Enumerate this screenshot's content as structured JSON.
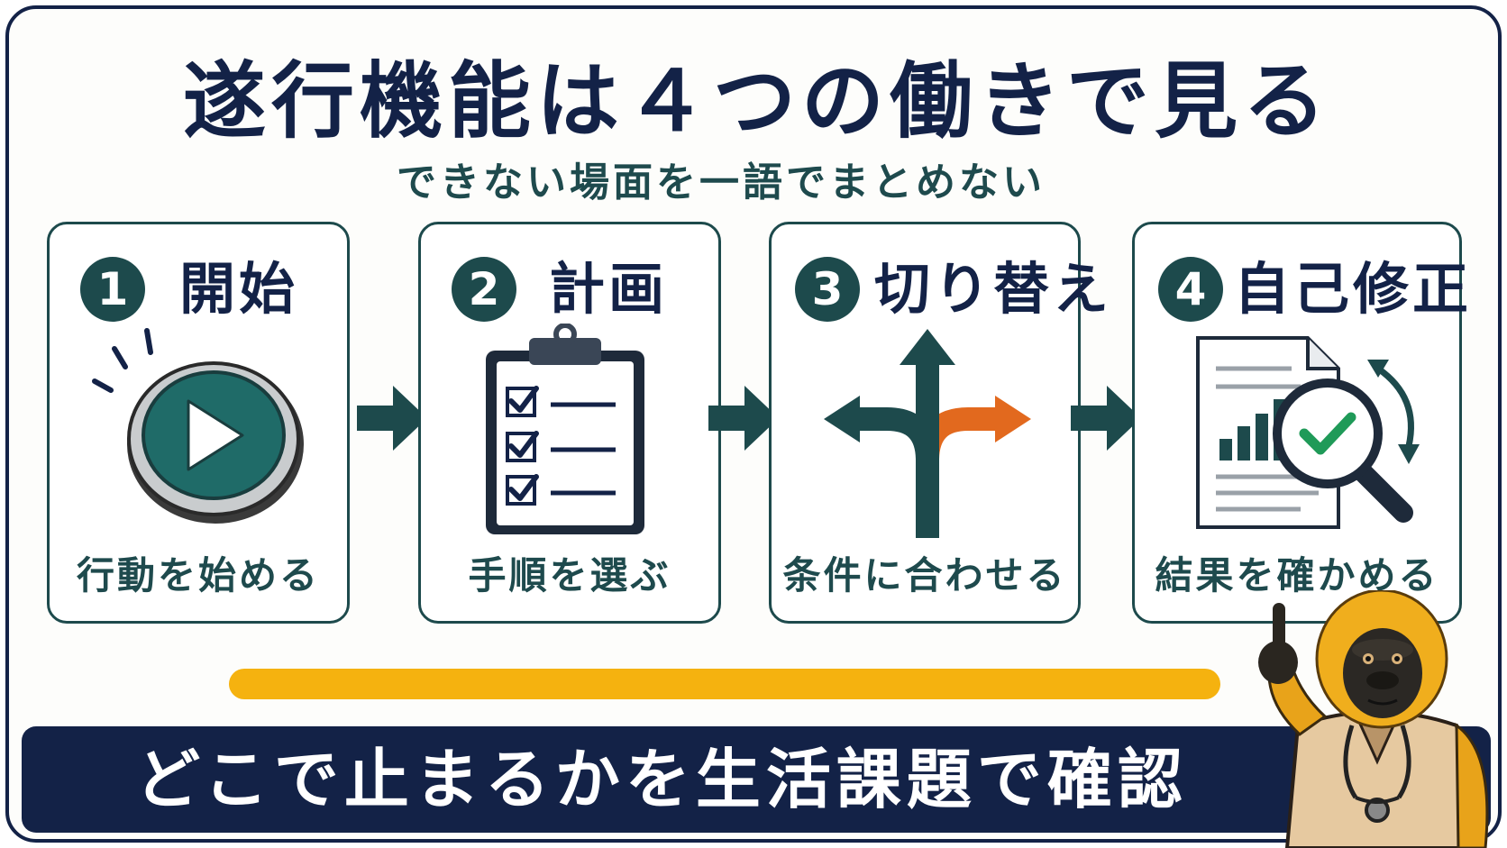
{
  "title": "遂行機能は４つの働きで見る",
  "subtitle": "できない場面を一語でまとめない",
  "steps": [
    {
      "number": "1",
      "title": "開始",
      "caption": "行動を始める",
      "icon": "play-button-icon"
    },
    {
      "number": "2",
      "title": "計画",
      "caption": "手順を選ぶ",
      "icon": "clipboard-checklist-icon"
    },
    {
      "number": "3",
      "title": "切り替え",
      "caption": "条件に合わせる",
      "icon": "branching-arrows-icon"
    },
    {
      "number": "4",
      "title": "自己修正",
      "caption": "結果を確かめる",
      "icon": "document-magnifier-check-icon"
    }
  ],
  "banner": {
    "text": "どこで止まるかを生活課題で確認"
  },
  "colors": {
    "navy": "#132247",
    "teal": "#1d4a4c",
    "orange": "#e2691e",
    "yellow": "#f5b20f",
    "check_green": "#1f9a58"
  },
  "mascot": {
    "icon": "gorilla-doctor-pointing-icon"
  }
}
